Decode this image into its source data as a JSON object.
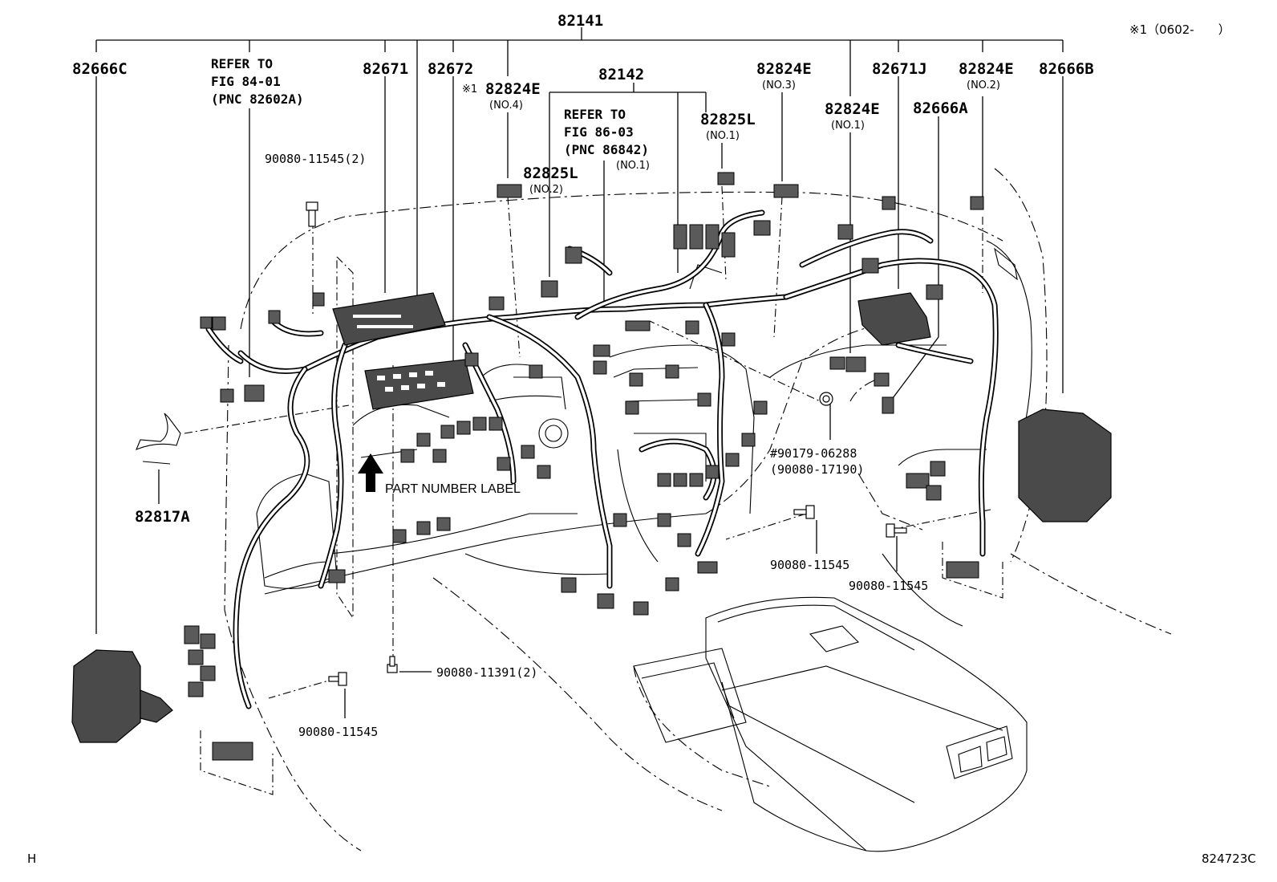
{
  "labels": {
    "harness_main": "82141",
    "harness_sub": "82142",
    "note_model": "※1（0602-　　）",
    "p82666c": "82666C",
    "refer1_line1": "REFER TO",
    "refer1_line2": "FIG 84-01",
    "refer1_line3": "(PNC 82602A)",
    "p82671": "82671",
    "p82672": "82672",
    "p82824e_no4": "82824E",
    "p82824e_no4_mark": "※1",
    "p82824e_no4_sub": "(NO.4)",
    "refer2_line1": "REFER TO",
    "refer2_line2": "FIG 86-03",
    "refer2_line3": "(PNC 86842)",
    "refer2_sub": "(NO.1)",
    "p82825l_no1": "82825L",
    "p82825l_no1_sub": "(NO.1)",
    "p82825l_no2": "82825L",
    "p82825l_no2_sub": "(NO.2)",
    "p82824e_no3": "82824E",
    "p82824e_no3_sub": "(NO.3)",
    "p82824e_no1": "82824E",
    "p82824e_no1_sub": "(NO.1)",
    "p82671j": "82671J",
    "p82824e_no2": "82824E",
    "p82824e_no2_sub": "(NO.2)",
    "p82666a": "82666A",
    "p82666b": "82666B",
    "bolt_top": "90080-11545(2)",
    "p82817a": "82817A",
    "part_number_label": "PART NUMBER LABEL",
    "p90179": "#90179-06288",
    "p90080_17190": "(90080-17190)",
    "bolt_mid": "90080-11545",
    "bolt_right": "90080-11545",
    "bolt_bottom_center": "90080-11391(2)",
    "bolt_bottom_left": "90080-11545",
    "corner_left": "H",
    "corner_right": "824723C"
  }
}
